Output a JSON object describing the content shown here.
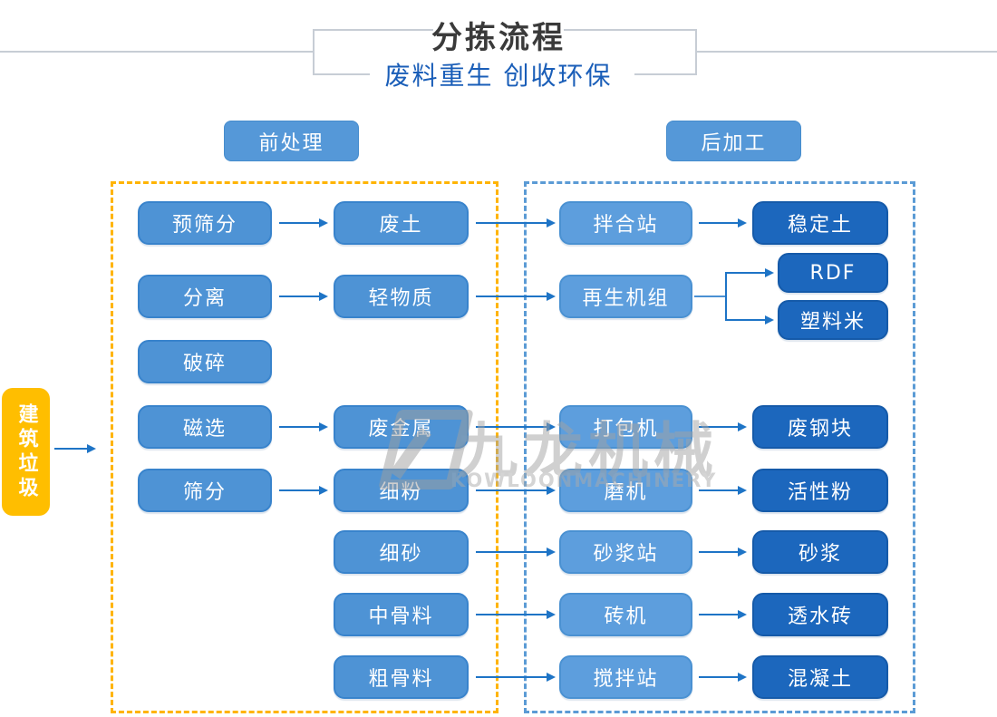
{
  "header": {
    "title": "分拣流程",
    "subtitle": "废料重生 创收环保"
  },
  "sections": {
    "pre": "前处理",
    "post": "后加工"
  },
  "source": {
    "label": "建筑垃圾"
  },
  "watermark": {
    "name": "九龙机械",
    "latin": "KOWLOONMACHINERY"
  },
  "colors": {
    "node_blue": "#4e93d5",
    "node_blue_light": "#5d9edd",
    "node_dark_blue": "#1c67bd",
    "source_yellow": "#ffbe00",
    "dashed_yellow": "#ffb402",
    "dashed_blue": "#5b9bd5",
    "arrow_blue": "#1e74c6",
    "title_text": "#3a3a3a",
    "subtitle_text": "#1a5eb8"
  },
  "flow": {
    "pre": [
      "预筛分",
      "分离",
      "破碎",
      "磁选",
      "筛分"
    ],
    "materials": [
      "废土",
      "轻物质",
      "废金属",
      "细粉",
      "细砂",
      "中骨料",
      "粗骨料"
    ],
    "equipment": [
      "拌合站",
      "再生机组",
      "打包机",
      "磨机",
      "砂浆站",
      "砖机",
      "搅拌站"
    ],
    "products": [
      "稳定土",
      "RDF",
      "塑料米",
      "废钢块",
      "活性粉",
      "砂浆",
      "透水砖",
      "混凝土"
    ]
  },
  "edges": [
    "建筑垃圾 → 前处理",
    "预筛分 → 废土 → 拌合站 → 稳定土",
    "分离 → 轻物质 → 再生机组 → RDF",
    "再生机组 → 塑料米",
    "磁选 → 废金属 → 打包机 → 废钢块",
    "筛分 → 细粉 → 磨机 → 活性粉",
    "细砂 → 砂浆站 → 砂浆",
    "中骨料 → 砖机 → 透水砖",
    "粗骨料 → 搅拌站 → 混凝土"
  ]
}
